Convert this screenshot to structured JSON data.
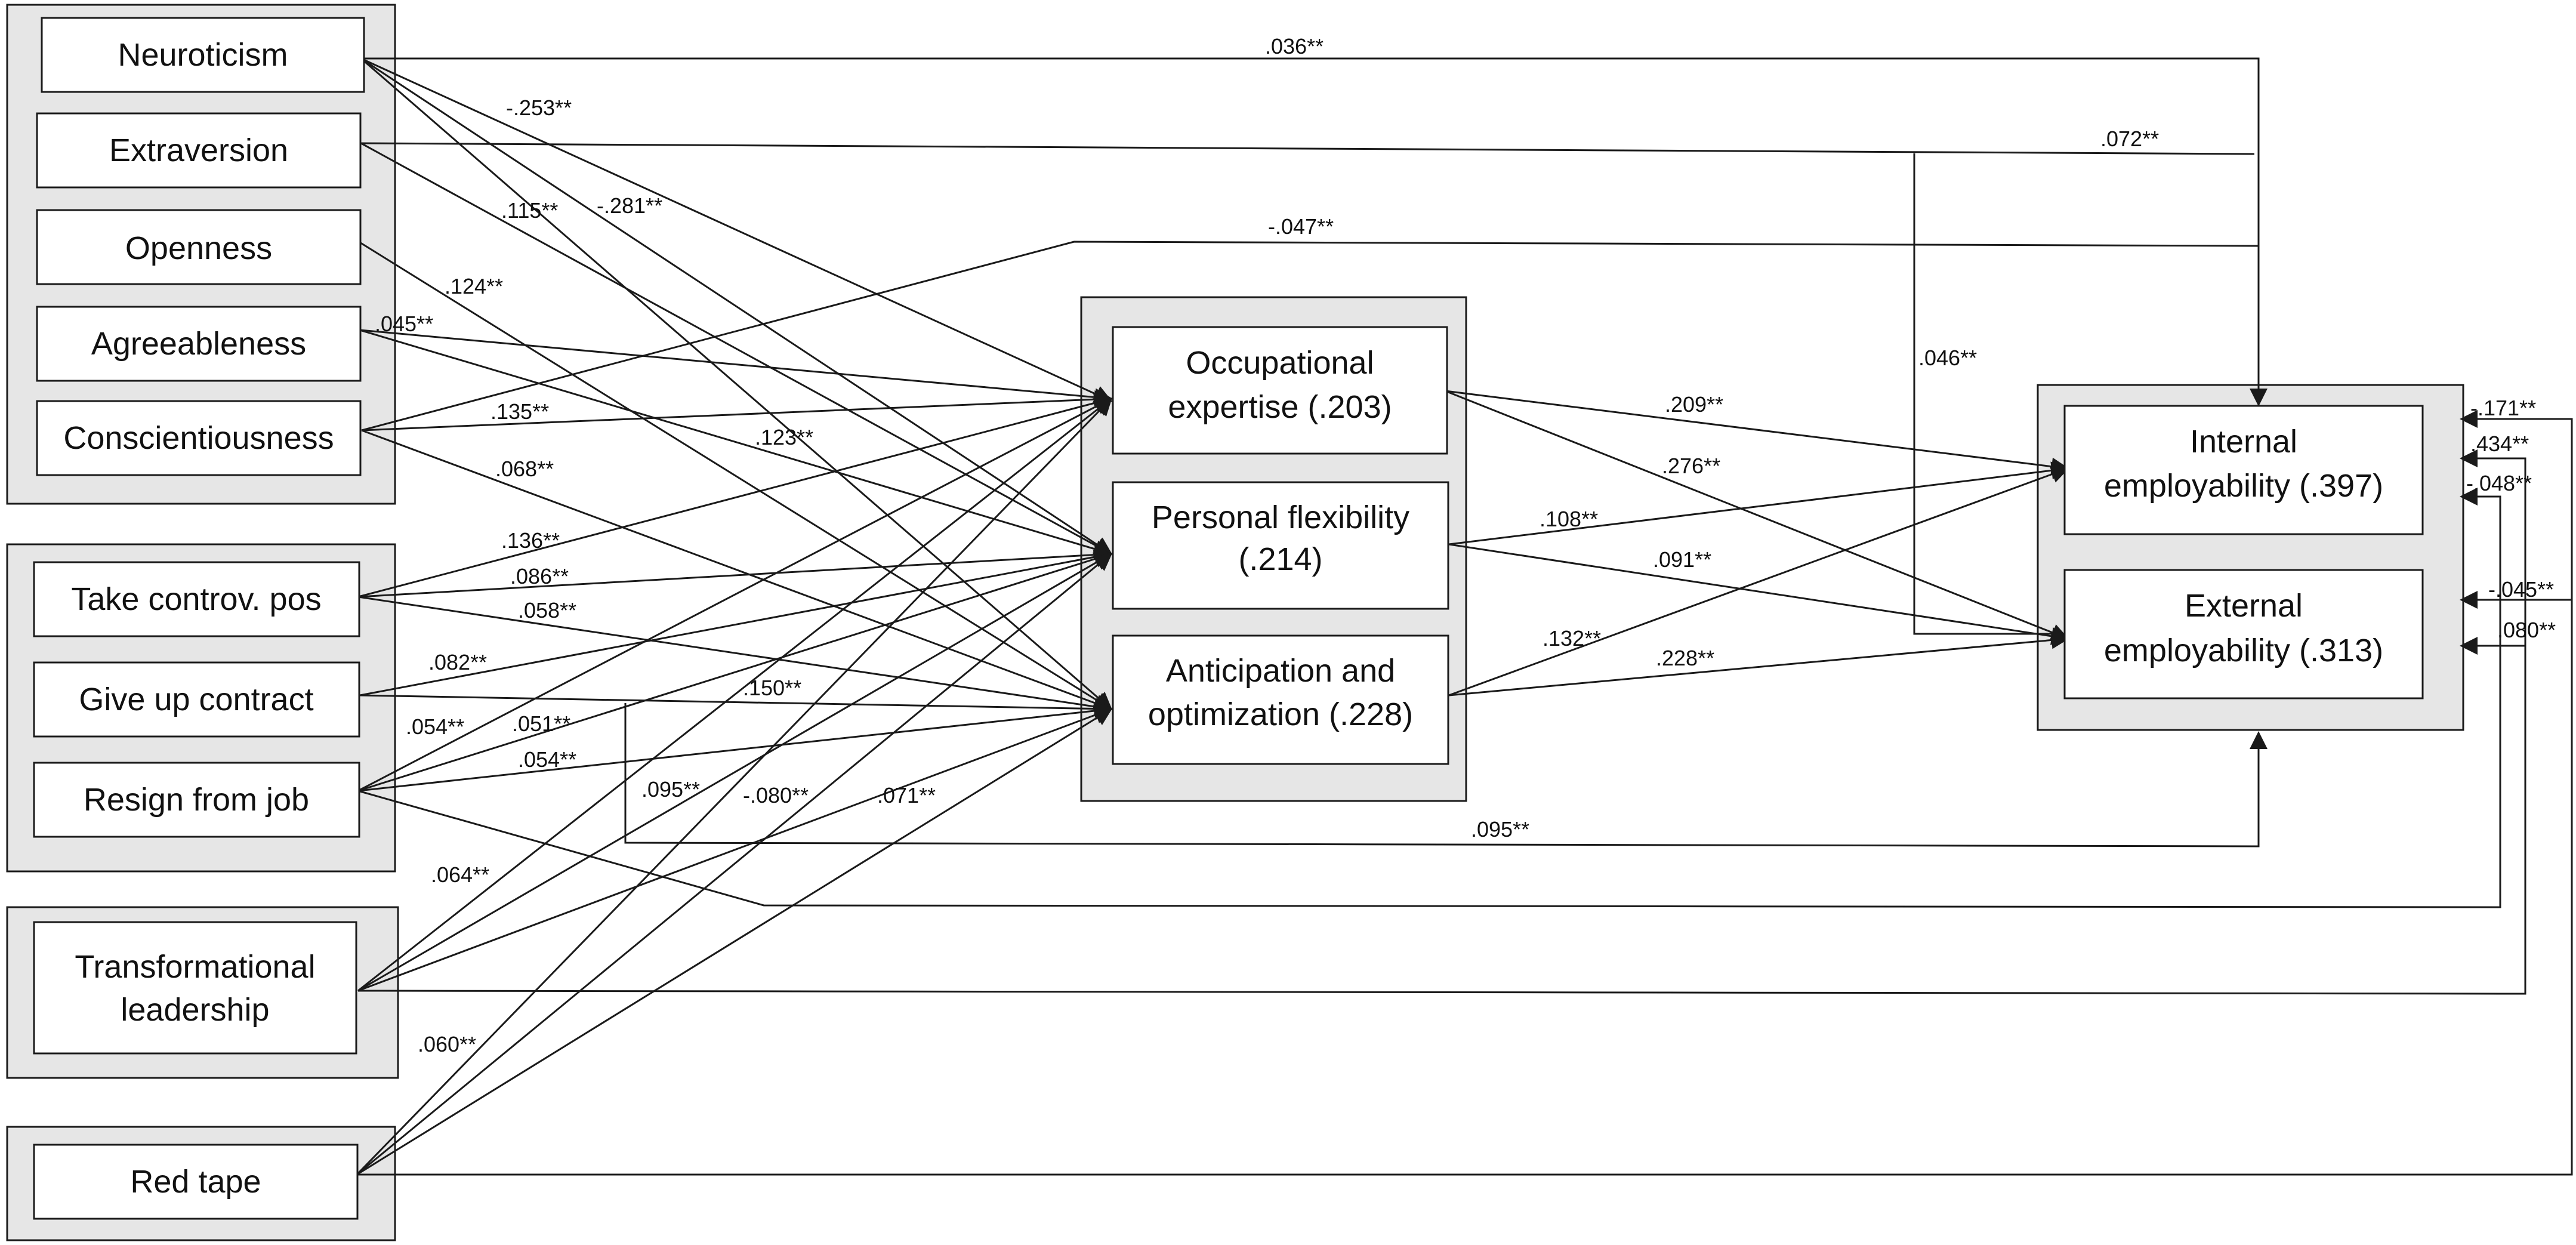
{
  "nodes": {
    "neuroticism": [
      "Neuroticism"
    ],
    "extraversion": [
      "Extraversion"
    ],
    "openness": [
      "Openness"
    ],
    "agreeableness": [
      "Agreeableness"
    ],
    "conscientiousness": [
      "Conscientiousness"
    ],
    "take_controv": [
      "Take controv. pos"
    ],
    "give_up_contract": [
      "Give up contract"
    ],
    "resign": [
      "Resign from job"
    ],
    "transformational": [
      "Transformational",
      "leadership"
    ],
    "red_tape": [
      "Red tape"
    ],
    "occupational": [
      "Occupational",
      "expertise (.203)"
    ],
    "personal_flex": [
      "Personal flexibility",
      "(.214)"
    ],
    "anticipation": [
      "Anticipation and",
      "optimization (.228)"
    ],
    "internal": [
      "Internal",
      "employability (.397)"
    ],
    "external": [
      "External",
      "employability (.313)"
    ]
  },
  "coefficients": [
    ".036**",
    "-.253**",
    "-.281**",
    ".115**",
    ".072**",
    "-.047**",
    ".124**",
    ".045**",
    ".046**",
    ".135**",
    ".123**",
    ".068**",
    ".209**",
    ".276**",
    ".136**",
    ".086**",
    ".058**",
    ".108**",
    ".091**",
    ".082**",
    ".132**",
    ".228**",
    ".150**",
    ".054**",
    ".051**",
    ".054**",
    ".095**",
    "-.080**",
    ".071**",
    ".095**",
    ".064**",
    ".060**",
    "-.171**",
    ".434**",
    "-.048**",
    "-.045**",
    ".080**"
  ],
  "colors": {
    "group_fill": "#e6e6e6",
    "line": "#1a1a1a",
    "box_fill": "#ffffff"
  }
}
